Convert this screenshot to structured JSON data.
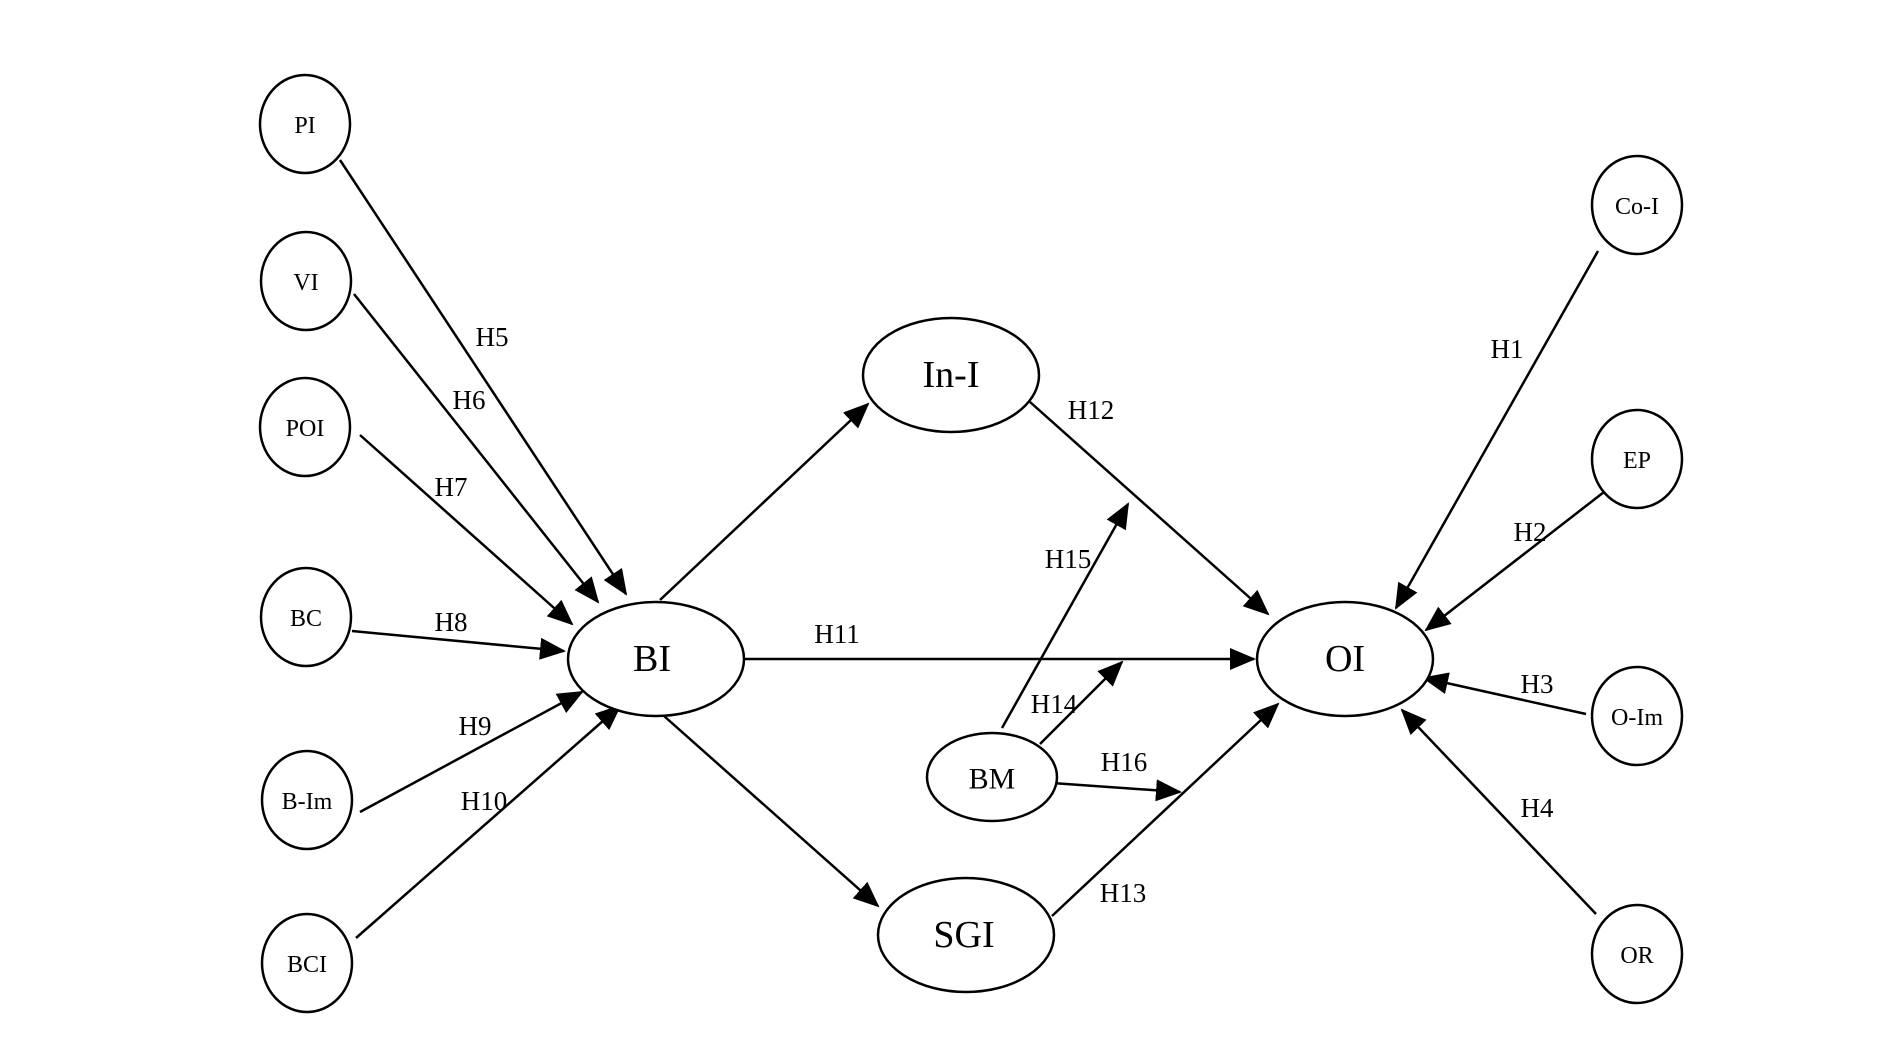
{
  "nodes": {
    "PI": "PI",
    "VI": "VI",
    "POI": "POI",
    "BC": "BC",
    "B_Im": "B-Im",
    "BCI": "BCI",
    "BI": "BI",
    "In_I": "In-I",
    "SGI": "SGI",
    "BM": "BM",
    "OI": "OI",
    "Co_I": "Co-I",
    "EP": "EP",
    "O_Im": "O-Im",
    "OR": "OR"
  },
  "edges": {
    "H1": "H1",
    "H2": "H2",
    "H3": "H3",
    "H4": "H4",
    "H5": "H5",
    "H6": "H6",
    "H7": "H7",
    "H8": "H8",
    "H9": "H9",
    "H10": "H10",
    "H11": "H11",
    "H12": "H12",
    "H13": "H13",
    "H14": "H14",
    "H15": "H15",
    "H16": "H16"
  }
}
